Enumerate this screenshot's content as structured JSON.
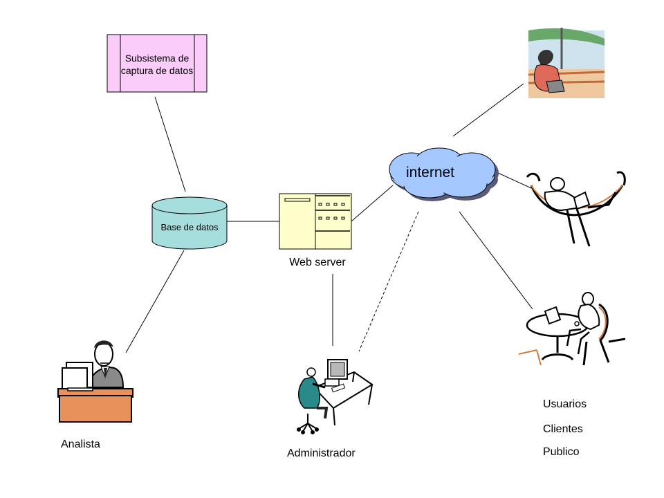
{
  "nodes": {
    "capture_subsystem": {
      "line1": "Subsistema de",
      "line2": "captura de datos",
      "fill": "#f9ccf9"
    },
    "database": {
      "label": "Base de datos",
      "fill": "#a6dede"
    },
    "web_server": {
      "label": "Web server",
      "fill": "#ffffcc"
    },
    "internet": {
      "label": "internet",
      "fill": "#a4c8ff",
      "shadow": "#5a5a7a"
    }
  },
  "actors": {
    "analyst": {
      "label": "Analista"
    },
    "administrator": {
      "label": "Administrador"
    },
    "users": {
      "line1": "Usuarios",
      "line2": "Clientes",
      "line3": "Publico"
    }
  },
  "connections": [
    {
      "from": "capture_subsystem",
      "to": "database",
      "style": "solid"
    },
    {
      "from": "database",
      "to": "web_server",
      "style": "solid"
    },
    {
      "from": "web_server",
      "to": "internet",
      "style": "solid"
    },
    {
      "from": "database",
      "to": "analyst",
      "style": "solid"
    },
    {
      "from": "web_server",
      "to": "administrator",
      "style": "solid"
    },
    {
      "from": "internet",
      "to": "administrator",
      "style": "dashed"
    },
    {
      "from": "internet",
      "to": "user_umbrella",
      "style": "solid"
    },
    {
      "from": "internet",
      "to": "user_hammock",
      "style": "solid"
    },
    {
      "from": "internet",
      "to": "user_cafe",
      "style": "solid"
    }
  ]
}
